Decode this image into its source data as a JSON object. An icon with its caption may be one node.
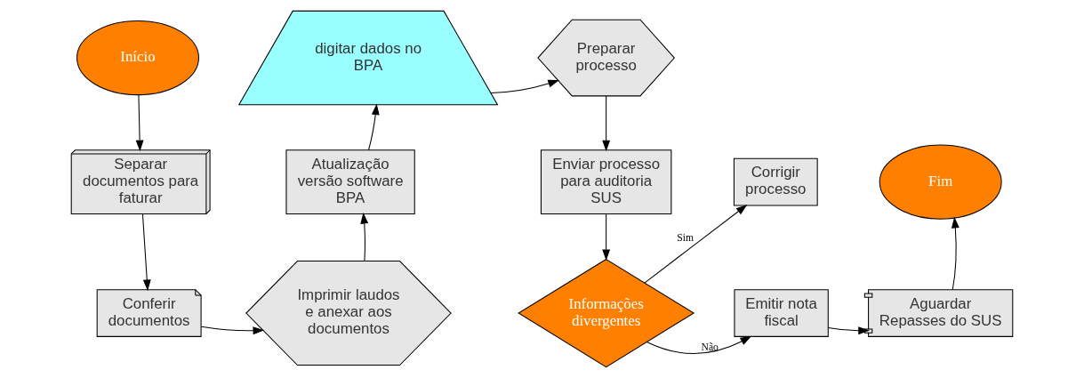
{
  "diagram": {
    "nodes": [
      {
        "text": [
          "Início"
        ]
      },
      {
        "text": [
          "Separar documentos para faturar"
        ]
      },
      {
        "text": [
          "Conferir documentos"
        ]
      },
      {
        "text": [
          "Imprimir laudos e anexar aos documentos"
        ]
      },
      {
        "text": [
          "Atualização versão software BPA"
        ]
      },
      {
        "text": [
          "digitar dados no BPA"
        ]
      },
      {
        "text": [
          "Preparar processo"
        ]
      },
      {
        "text": [
          "Enviar processo para auditoria SUS"
        ]
      },
      {
        "text": [
          "Informações divergentes"
        ]
      },
      {
        "text": [
          "Corrigir processo"
        ]
      },
      {
        "text": [
          "Emitir nota fiscal"
        ]
      },
      {
        "text": [
          "Aguardar Repasses do SUS"
        ]
      },
      {
        "text": [
          "Fim"
        ]
      }
    ],
    "edges": [
      {
        "from": 0,
        "to": 1,
        "arrow": "to"
      },
      {
        "from": 1,
        "to": 2,
        "arrow": "to"
      },
      {
        "from": 2,
        "to": 3,
        "arrow": "to"
      },
      {
        "from": 3,
        "to": 4,
        "arrow": "to"
      },
      {
        "from": 4,
        "to": 5,
        "arrow": "to"
      },
      {
        "from": 5,
        "to": 6,
        "arrow": "to"
      },
      {
        "from": 6,
        "to": 7,
        "arrow": "to"
      },
      {
        "from": 7,
        "to": 8,
        "arrow": "to"
      },
      {
        "from": 8,
        "to": 9,
        "label": "Sim",
        "arrow": "to"
      },
      {
        "from": 8,
        "to": 10,
        "label": "Não",
        "arrow": "to"
      },
      {
        "from": 10,
        "to": 11,
        "arrow": "to"
      },
      {
        "from": 11,
        "to": 12,
        "arrow": "to"
      }
    ]
  }
}
